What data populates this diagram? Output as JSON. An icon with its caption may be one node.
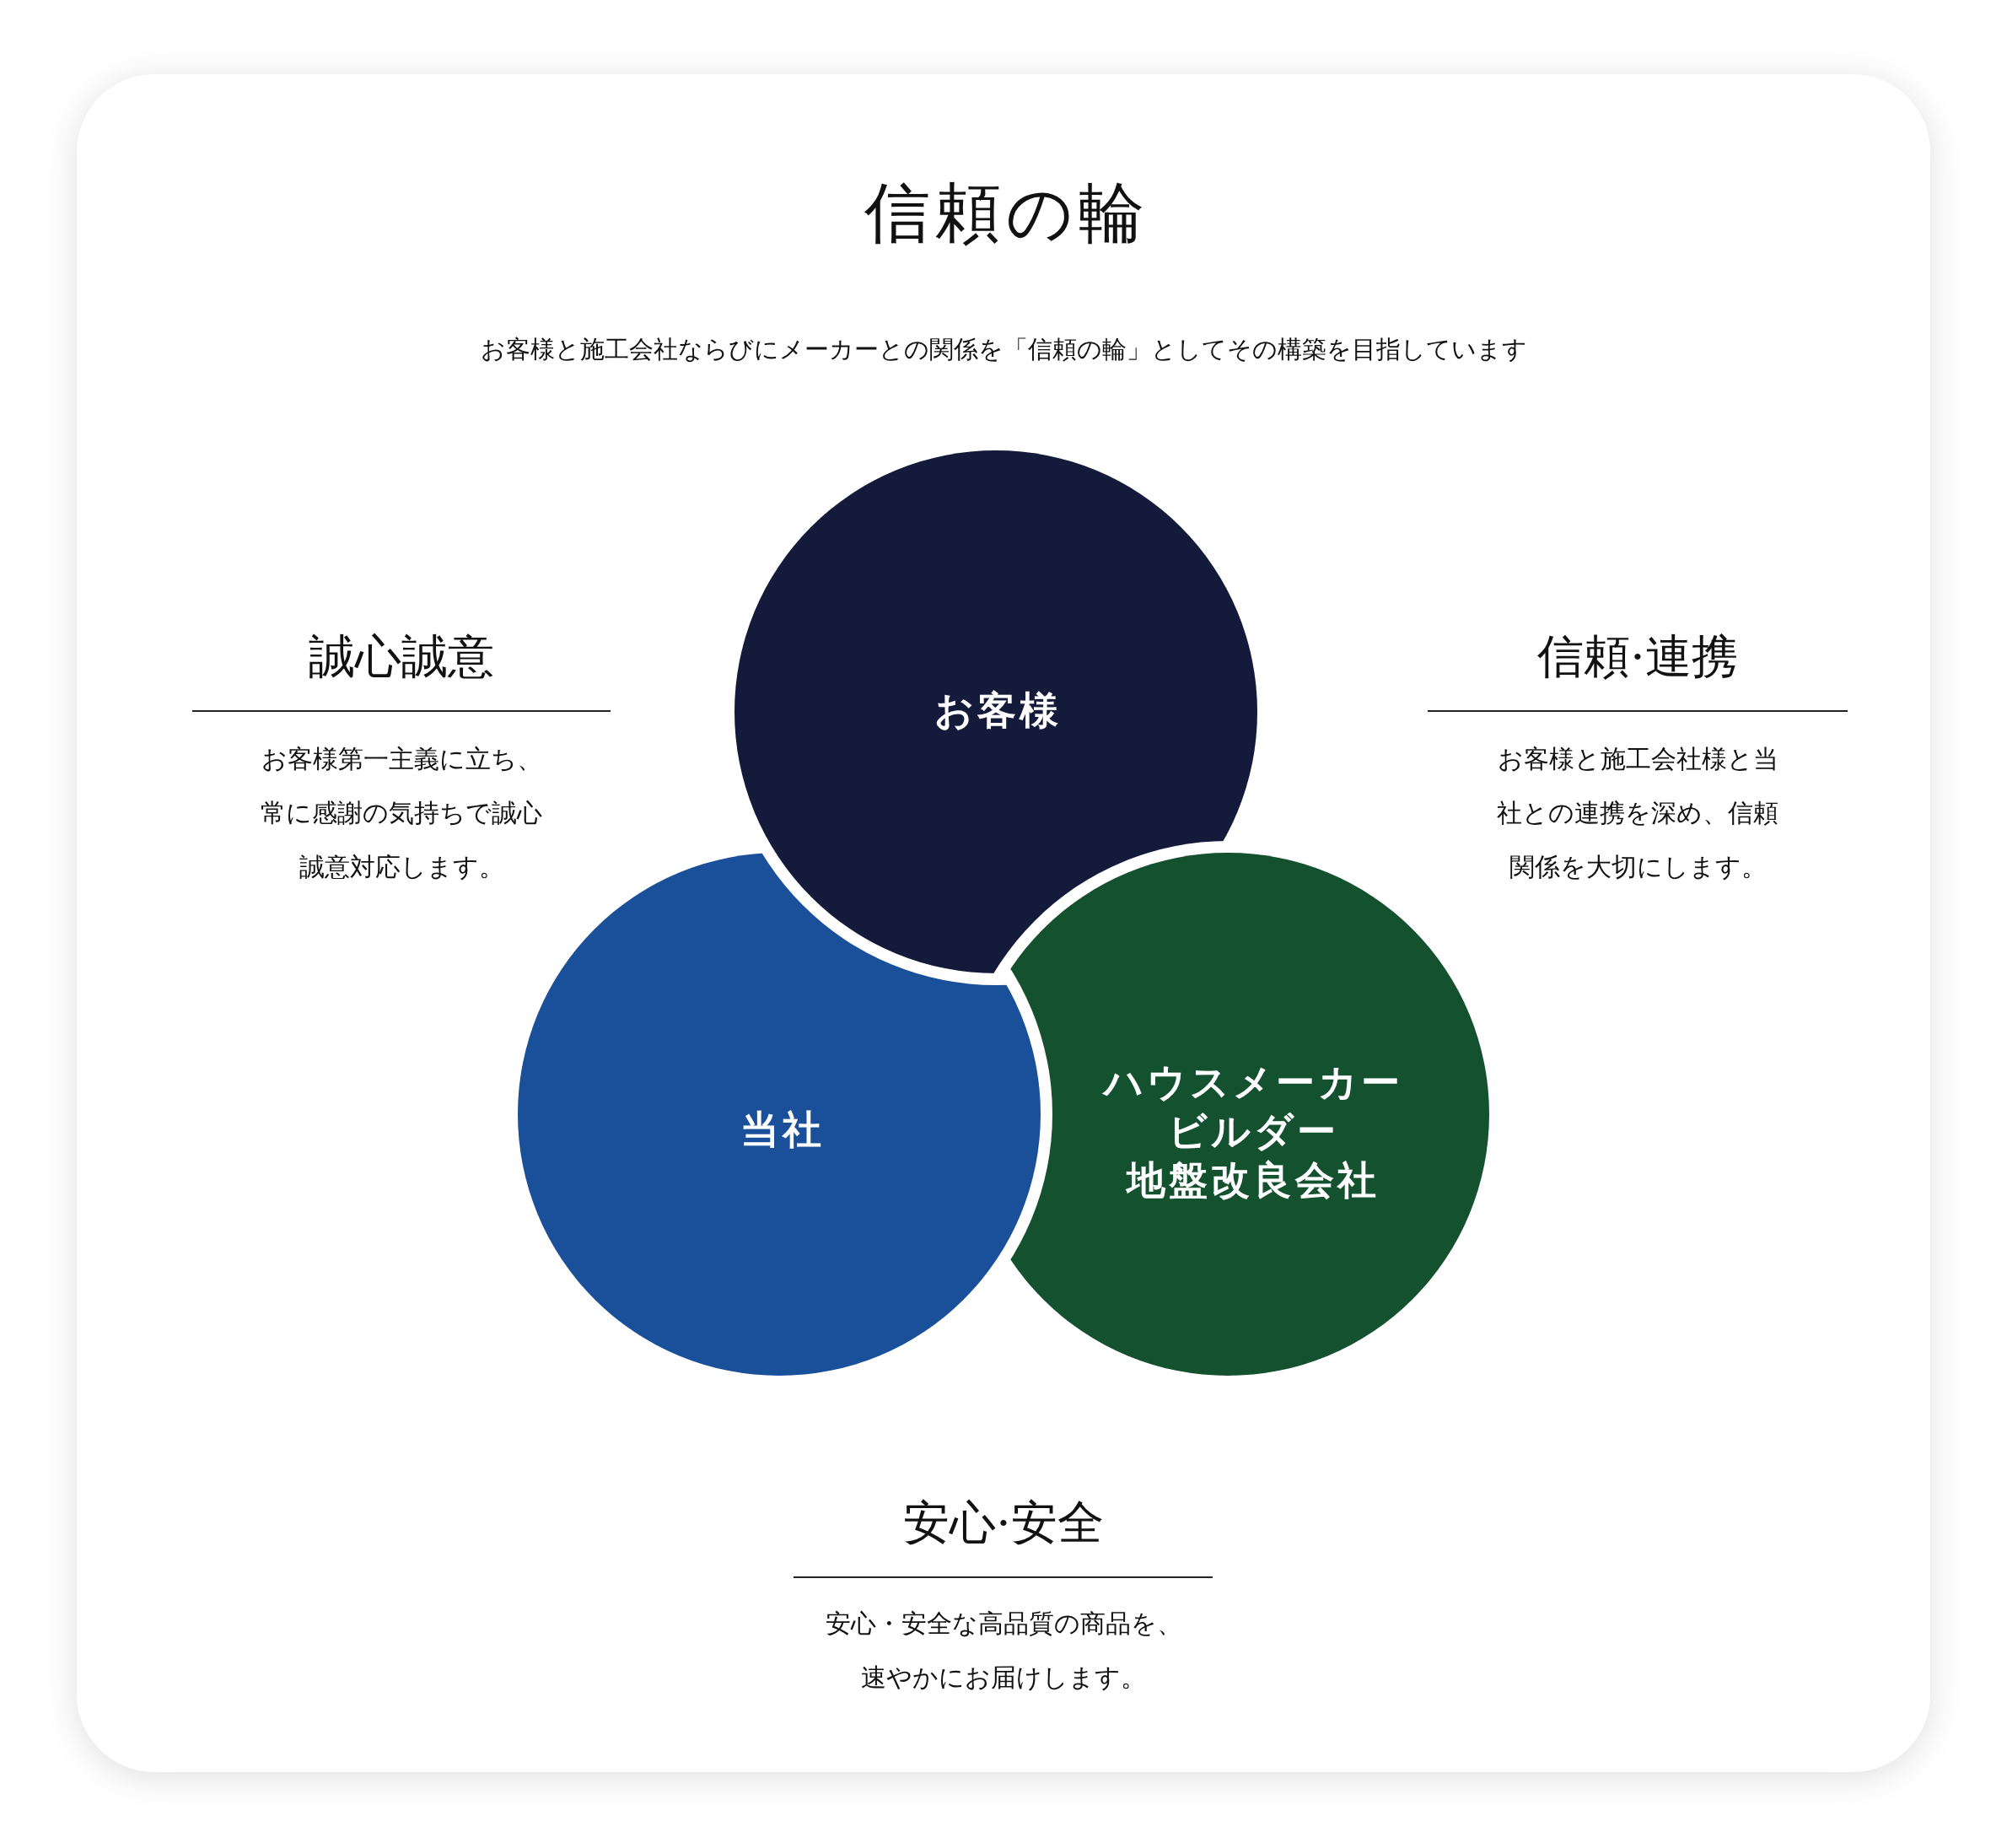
{
  "diagram": {
    "title": "信頼の輪",
    "nodes": [
      {
        "text": [
          "お客様"
        ]
      },
      {
        "text": [
          "当社"
        ]
      },
      {
        "text": [
          "ハウスメーカー",
          "ビルダー",
          "地盤改良会社"
        ]
      }
    ],
    "labels": [
      "お客様と施工会社ならびにメーカーとの関係を「信頼の輪」としてその構築を目指しています",
      "誠心誠意",
      "お客様第一主義に立ち、常に感謝の気持ちで誠心誠意対応します。",
      "信頼·連携",
      "お客様と施工会社様と当社との連携を深め、信頼関係を大切にします。",
      "安心·安全",
      "安心・安全な高品質の商品を、速やかにお届けします。"
    ]
  }
}
